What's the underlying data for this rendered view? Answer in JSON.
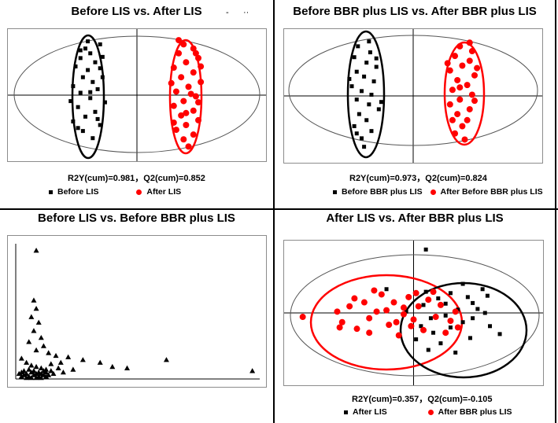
{
  "chart_data": [
    {
      "type": "scatter",
      "title": "Before LIS vs. After LIS",
      "stats": "R2Y(cum)=0.981，Q2(cum)=0.852",
      "xlim": [
        -1,
        1
      ],
      "ylim": [
        -1,
        1
      ],
      "series": [
        {
          "name": "Before LIS",
          "color": "#000000",
          "marker": "square",
          "points": [
            [
              -0.42,
              0.78
            ],
            [
              -0.3,
              0.85
            ],
            [
              -0.38,
              0.7
            ],
            [
              -0.46,
              0.62
            ],
            [
              -0.34,
              0.55
            ],
            [
              -0.5,
              0.48
            ],
            [
              -0.4,
              0.42
            ],
            [
              -0.28,
              0.64
            ],
            [
              -0.44,
              0.3
            ],
            [
              -0.36,
              0.22
            ],
            [
              -0.52,
              0.15
            ],
            [
              -0.32,
              0.1
            ],
            [
              -0.46,
              0.04
            ],
            [
              -0.38,
              -0.05
            ],
            [
              -0.26,
              -0.12
            ],
            [
              -0.48,
              -0.2
            ],
            [
              -0.34,
              -0.28
            ],
            [
              -0.42,
              -0.36
            ],
            [
              -0.52,
              -0.44
            ],
            [
              -0.3,
              -0.5
            ],
            [
              -0.44,
              -0.6
            ],
            [
              -0.36,
              -0.72
            ],
            [
              -0.4,
              0.9
            ],
            [
              -0.28,
              0.3
            ],
            [
              -0.54,
              -0.1
            ],
            [
              -0.32,
              -0.4
            ],
            [
              -0.46,
              0.75
            ],
            [
              -0.38,
              0.05
            ],
            [
              -0.3,
              0.45
            ],
            [
              -0.48,
              -0.55
            ]
          ]
        },
        {
          "name": "After LIS",
          "color": "#ff0000",
          "marker": "circle",
          "points": [
            [
              0.38,
              0.85
            ],
            [
              0.46,
              0.78
            ],
            [
              0.34,
              0.7
            ],
            [
              0.5,
              0.62
            ],
            [
              0.4,
              0.55
            ],
            [
              0.3,
              0.46
            ],
            [
              0.46,
              0.38
            ],
            [
              0.36,
              0.3
            ],
            [
              0.52,
              0.22
            ],
            [
              0.42,
              0.14
            ],
            [
              0.32,
              0.06
            ],
            [
              0.48,
              -0.02
            ],
            [
              0.38,
              -0.1
            ],
            [
              0.3,
              -0.18
            ],
            [
              0.46,
              -0.26
            ],
            [
              0.36,
              -0.34
            ],
            [
              0.5,
              -0.42
            ],
            [
              0.4,
              -0.5
            ],
            [
              0.32,
              -0.58
            ],
            [
              0.46,
              -0.66
            ],
            [
              0.38,
              -0.74
            ],
            [
              0.42,
              -0.86
            ],
            [
              0.34,
              0.92
            ],
            [
              0.52,
              0.48
            ],
            [
              0.28,
              0.2
            ],
            [
              0.5,
              -0.12
            ],
            [
              0.44,
              0.02
            ],
            [
              0.3,
              -0.46
            ],
            [
              0.48,
              0.7
            ],
            [
              0.4,
              -0.3
            ]
          ]
        }
      ],
      "legend": [
        "Before LIS",
        "After LIS"
      ]
    },
    {
      "type": "scatter",
      "title": "Before BBR plus LIS vs. After BBR plus LIS",
      "stats": "R2Y(cum)=0.973，Q2(cum)=0.824",
      "xlim": [
        -1,
        1
      ],
      "ylim": [
        -1,
        1
      ],
      "series": [
        {
          "name": "Before BBR plus LIS",
          "color": "#000000",
          "marker": "square",
          "points": [
            [
              -0.45,
              0.82
            ],
            [
              -0.35,
              0.72
            ],
            [
              -0.48,
              0.64
            ],
            [
              -0.38,
              0.55
            ],
            [
              -0.3,
              0.48
            ],
            [
              -0.46,
              0.4
            ],
            [
              -0.4,
              0.32
            ],
            [
              -0.32,
              0.24
            ],
            [
              -0.5,
              0.16
            ],
            [
              -0.42,
              0.08
            ],
            [
              -0.34,
              0.02
            ],
            [
              -0.46,
              -0.06
            ],
            [
              -0.36,
              -0.14
            ],
            [
              -0.28,
              -0.22
            ],
            [
              -0.44,
              -0.3
            ],
            [
              -0.38,
              -0.4
            ],
            [
              -0.48,
              -0.5
            ],
            [
              -0.34,
              -0.58
            ],
            [
              -0.42,
              -0.7
            ],
            [
              -0.4,
              -0.84
            ],
            [
              -0.3,
              0.62
            ],
            [
              -0.52,
              0.28
            ],
            [
              -0.36,
              0.9
            ],
            [
              -0.26,
              -0.1
            ],
            [
              -0.46,
              -0.62
            ]
          ]
        },
        {
          "name": "After Before BBR plus LIS",
          "color": "#ff0000",
          "marker": "circle",
          "points": [
            [
              0.38,
              0.82
            ],
            [
              0.48,
              0.74
            ],
            [
              0.34,
              0.66
            ],
            [
              0.46,
              0.58
            ],
            [
              0.4,
              0.5
            ],
            [
              0.3,
              0.42
            ],
            [
              0.5,
              0.34
            ],
            [
              0.36,
              0.26
            ],
            [
              0.44,
              0.18
            ],
            [
              0.32,
              0.1
            ],
            [
              0.48,
              0.02
            ],
            [
              0.38,
              -0.06
            ],
            [
              0.3,
              -0.14
            ],
            [
              0.46,
              -0.22
            ],
            [
              0.36,
              -0.3
            ],
            [
              0.44,
              -0.4
            ],
            [
              0.4,
              -0.5
            ],
            [
              0.34,
              -0.62
            ],
            [
              0.42,
              -0.72
            ],
            [
              0.52,
              0.46
            ],
            [
              0.28,
              0.54
            ],
            [
              0.5,
              -0.08
            ],
            [
              0.32,
              -0.4
            ],
            [
              0.46,
              0.88
            ],
            [
              0.38,
              0.14
            ]
          ]
        }
      ],
      "legend": [
        "Before BBR plus LIS",
        "After Before BBR plus LIS"
      ]
    },
    {
      "type": "scatter",
      "title": "Before LIS vs. Before BBR plus LIS",
      "xlim": [
        0,
        1
      ],
      "ylim": [
        0,
        1
      ],
      "series": [
        {
          "color": "#000000",
          "marker": "triangle",
          "points": [
            [
              0.09,
              0.94
            ],
            [
              0.08,
              0.58
            ],
            [
              0.09,
              0.52
            ],
            [
              0.07,
              0.46
            ],
            [
              0.1,
              0.42
            ],
            [
              0.08,
              0.36
            ],
            [
              0.11,
              0.31
            ],
            [
              0.06,
              0.28
            ],
            [
              0.12,
              0.25
            ],
            [
              0.09,
              0.22
            ],
            [
              0.14,
              0.2
            ],
            [
              0.17,
              0.18
            ],
            [
              0.22,
              0.17
            ],
            [
              0.28,
              0.15
            ],
            [
              0.35,
              0.13
            ],
            [
              0.4,
              0.1
            ],
            [
              0.46,
              0.09
            ],
            [
              0.62,
              0.15
            ],
            [
              0.97,
              0.07
            ],
            [
              0.03,
              0.16
            ],
            [
              0.05,
              0.13
            ],
            [
              0.07,
              0.11
            ],
            [
              0.09,
              0.1
            ],
            [
              0.11,
              0.09
            ],
            [
              0.13,
              0.08
            ],
            [
              0.15,
              0.07
            ],
            [
              0.18,
              0.09
            ],
            [
              0.2,
              0.06
            ],
            [
              0.24,
              0.08
            ],
            [
              0.03,
              0.06
            ],
            [
              0.04,
              0.04
            ],
            [
              0.05,
              0.05
            ],
            [
              0.06,
              0.03
            ],
            [
              0.07,
              0.06
            ],
            [
              0.08,
              0.04
            ],
            [
              0.09,
              0.05
            ],
            [
              0.1,
              0.03
            ],
            [
              0.11,
              0.05
            ],
            [
              0.12,
              0.04
            ],
            [
              0.13,
              0.06
            ],
            [
              0.14,
              0.04
            ],
            [
              0.04,
              0.07
            ],
            [
              0.06,
              0.08
            ],
            [
              0.08,
              0.07
            ],
            [
              0.1,
              0.06
            ],
            [
              0.12,
              0.07
            ],
            [
              0.03,
              0.03
            ],
            [
              0.05,
              0.02
            ],
            [
              0.07,
              0.02
            ],
            [
              0.09,
              0.02
            ],
            [
              0.11,
              0.02
            ],
            [
              0.13,
              0.03
            ],
            [
              0.16,
              0.05
            ],
            [
              0.02,
              0.05
            ],
            [
              0.15,
              0.12
            ],
            [
              0.19,
              0.13
            ]
          ]
        }
      ]
    },
    {
      "type": "scatter",
      "title": "After LIS vs. After BBR plus LIS",
      "stats": "R2Y(cum)=0.357，Q2(cum)=-0.105",
      "xlim": [
        -1,
        1
      ],
      "ylim": [
        -1,
        1
      ],
      "series": [
        {
          "name": "After LIS",
          "color": "#000000",
          "marker": "square",
          "points": [
            [
              0.1,
              0.96
            ],
            [
              -0.22,
              0.36
            ],
            [
              0.3,
              0.3
            ],
            [
              0.44,
              0.24
            ],
            [
              0.48,
              0.15
            ],
            [
              0.2,
              0.22
            ],
            [
              0.08,
              0.12
            ],
            [
              0.36,
              0.05
            ],
            [
              0.52,
              0.06
            ],
            [
              0.58,
              0.0
            ],
            [
              0.26,
              -0.04
            ],
            [
              0.14,
              -0.08
            ],
            [
              0.4,
              -0.14
            ],
            [
              0.62,
              -0.2
            ],
            [
              0.7,
              -0.32
            ],
            [
              0.3,
              -0.22
            ],
            [
              0.16,
              -0.3
            ],
            [
              0.46,
              -0.38
            ],
            [
              0.02,
              -0.4
            ],
            [
              0.22,
              -0.46
            ],
            [
              0.12,
              -0.56
            ],
            [
              0.34,
              -0.6
            ],
            [
              0.1,
              0.32
            ],
            [
              0.56,
              0.36
            ],
            [
              0.4,
              0.44
            ],
            [
              -0.06,
              0.02
            ],
            [
              0.6,
              0.26
            ],
            [
              0.26,
              0.14
            ],
            [
              0.48,
              -0.08
            ],
            [
              0.06,
              -0.2
            ]
          ]
        },
        {
          "name": "After BBR plus LIS",
          "color": "#ff0000",
          "marker": "circle",
          "points": [
            [
              -0.9,
              -0.06
            ],
            [
              -0.62,
              0.02
            ],
            [
              -0.58,
              -0.14
            ],
            [
              -0.52,
              0.1
            ],
            [
              -0.46,
              -0.24
            ],
            [
              -0.4,
              0.16
            ],
            [
              -0.36,
              -0.3
            ],
            [
              -0.3,
              0.02
            ],
            [
              -0.26,
              0.28
            ],
            [
              -0.2,
              -0.18
            ],
            [
              -0.16,
              0.16
            ],
            [
              -0.12,
              -0.34
            ],
            [
              -0.08,
              0.08
            ],
            [
              -0.04,
              0.24
            ],
            [
              0.0,
              -0.1
            ],
            [
              0.04,
              0.1
            ],
            [
              0.08,
              -0.26
            ],
            [
              0.12,
              0.2
            ],
            [
              0.18,
              -0.06
            ],
            [
              0.22,
              0.12
            ],
            [
              0.26,
              -0.3
            ],
            [
              0.3,
              -0.12
            ],
            [
              -0.32,
              0.34
            ],
            [
              -0.08,
              -0.02
            ],
            [
              -0.48,
              0.22
            ],
            [
              -0.22,
              0.04
            ],
            [
              0.02,
              0.3
            ],
            [
              -0.14,
              -0.14
            ],
            [
              0.16,
              0.32
            ],
            [
              -0.36,
              -0.08
            ],
            [
              0.34,
              0.02
            ],
            [
              0.36,
              -0.22
            ],
            [
              -0.02,
              -0.2
            ],
            [
              -0.6,
              -0.22
            ]
          ]
        }
      ],
      "legend": [
        "After LIS",
        "After BBR plus LIS"
      ]
    }
  ]
}
